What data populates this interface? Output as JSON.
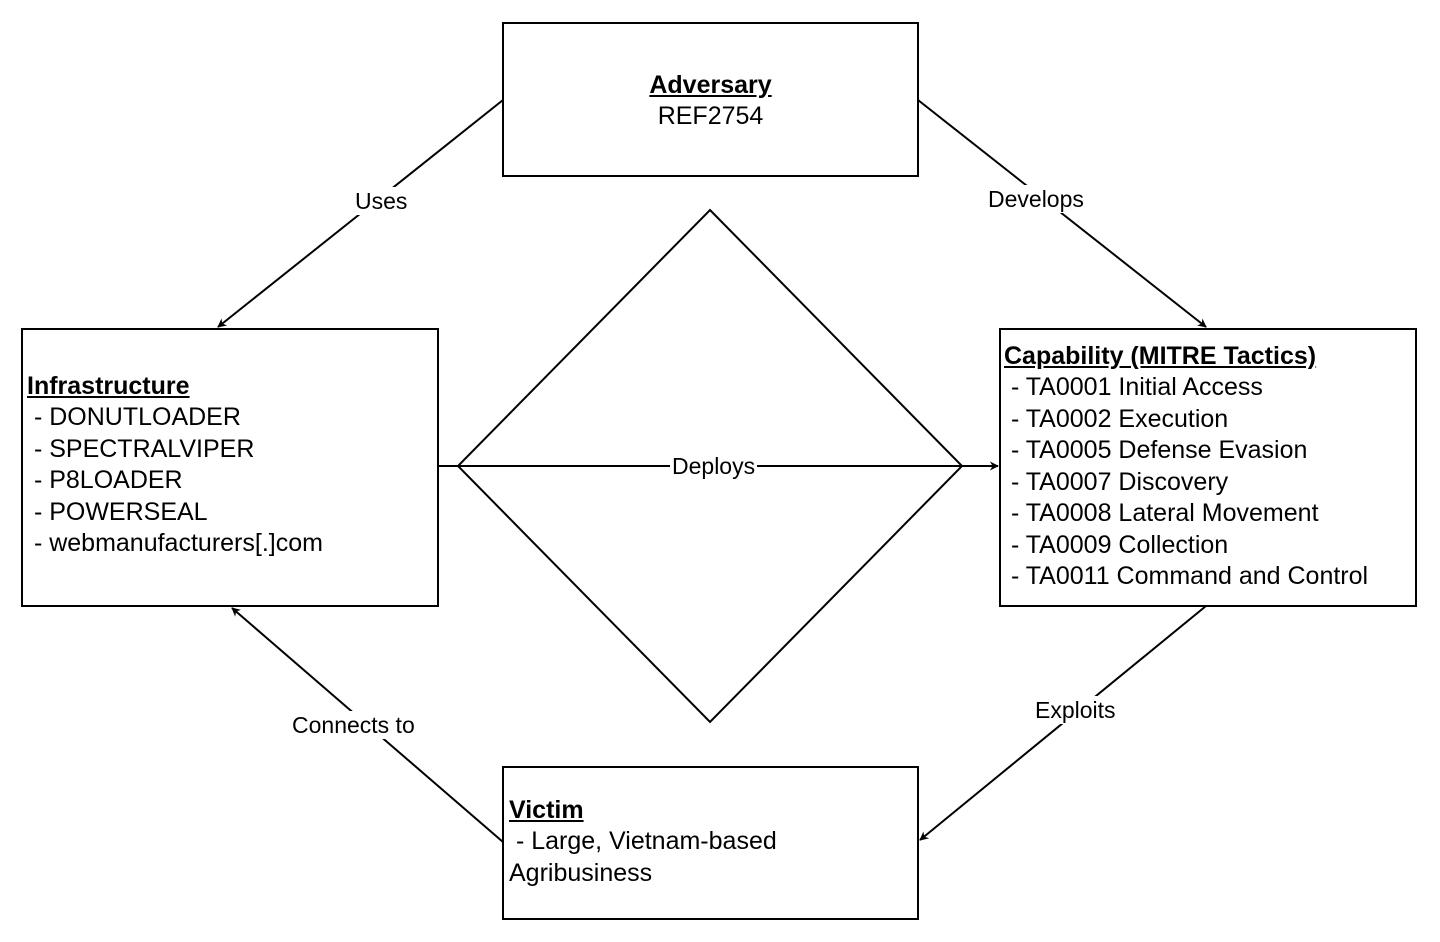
{
  "nodes": {
    "adversary": {
      "title": "Adversary",
      "lines": [
        "REF2754"
      ]
    },
    "infrastructure": {
      "title": "Infrastructure",
      "lines": [
        " - DONUTLOADER",
        " - SPECTRALVIPER",
        " - P8LOADER",
        " - POWERSEAL",
        " - webmanufacturers[.]com"
      ]
    },
    "capability": {
      "title": "Capability (MITRE Tactics)",
      "lines": [
        " - TA0001 Initial Access",
        " - TA0002 Execution",
        " - TA0005 Defense Evasion",
        " - TA0007 Discovery",
        " - TA0008 Lateral Movement",
        " - TA0009 Collection",
        " - TA0011 Command and Control"
      ]
    },
    "victim": {
      "title": "Victim",
      "lines": [
        " - Large, Vietnam-based",
        "Agribusiness"
      ]
    }
  },
  "edges": {
    "uses": "Uses",
    "develops": "Develops",
    "deploys": "Deploys",
    "exploits": "Exploits",
    "connects_to": "Connects to"
  },
  "colors": {
    "stroke": "#000000",
    "background": "#ffffff"
  }
}
